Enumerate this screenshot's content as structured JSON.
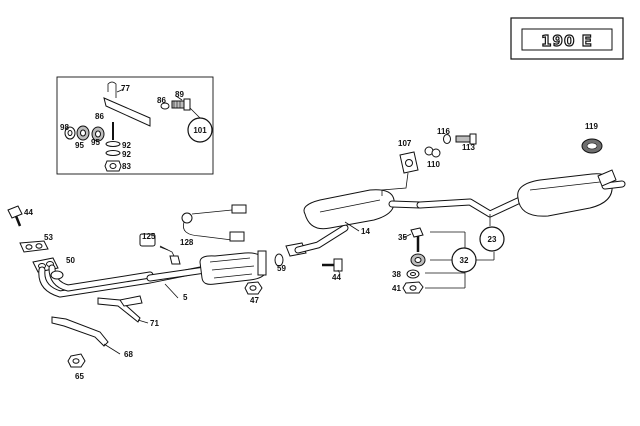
{
  "model_badge": "190 E",
  "callouts": {
    "c23": "23",
    "c32": "32",
    "c101": "101"
  },
  "labels": {
    "l77": "77",
    "l89": "89",
    "l86a": "86",
    "l86b": "86",
    "l98": "98",
    "l95a": "95",
    "l95b": "95",
    "l92a": "92",
    "l92b": "92",
    "l83": "83",
    "l44a": "44",
    "l53": "53",
    "l50": "50",
    "l125": "125",
    "l128": "128",
    "l5": "5",
    "l71": "71",
    "l68": "68",
    "l65": "65",
    "l59": "59",
    "l47": "47",
    "l44b": "44",
    "l14": "14",
    "l107": "107",
    "l116": "116",
    "l113": "113",
    "l110": "110",
    "l119": "119",
    "l35": "35",
    "l38": "38",
    "l41": "41"
  }
}
